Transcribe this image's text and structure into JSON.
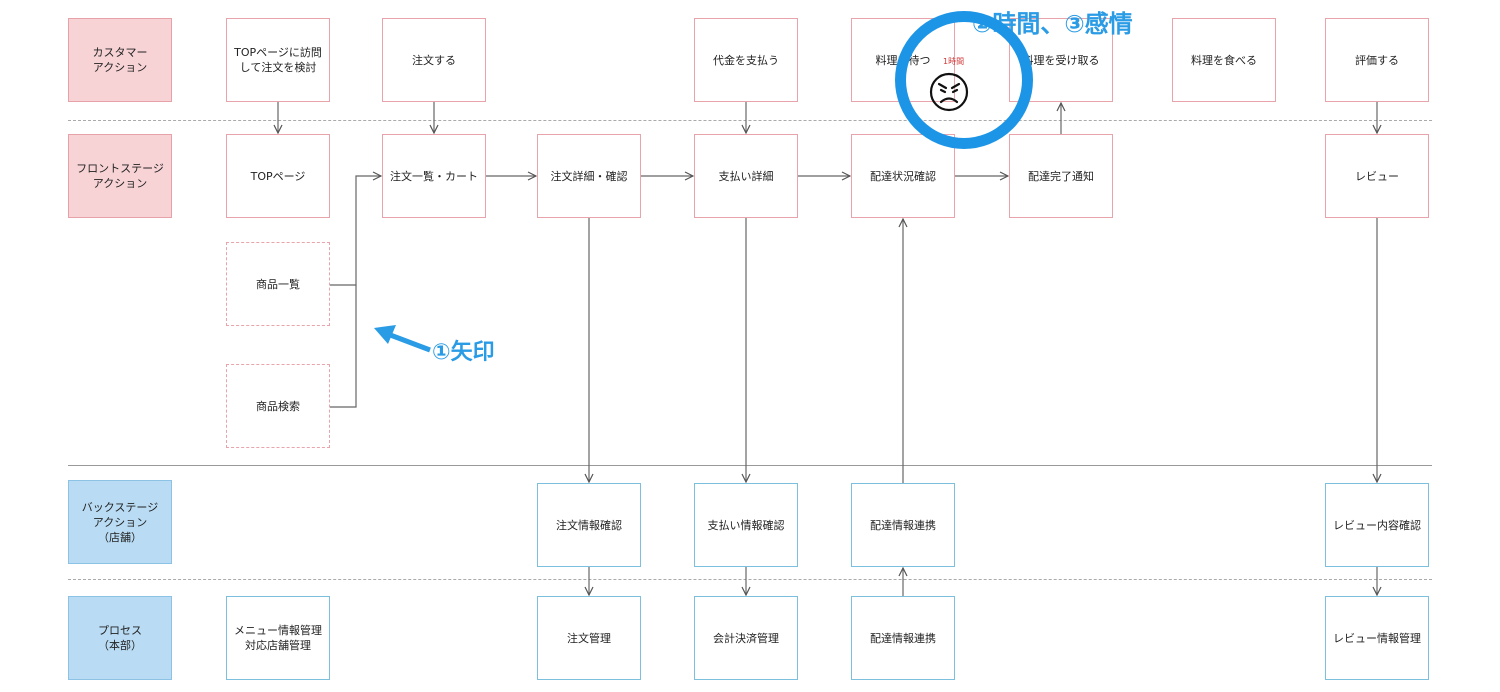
{
  "lanes": {
    "customer": "カスタマー\nアクション",
    "frontstage": "フロントステージ\nアクション",
    "backstage": "バックステージ\nアクション\n（店舗）",
    "process": "プロセス\n（本部）"
  },
  "customer_actions": {
    "visit": "TOPページに訪問\nして注文を検討",
    "order": "注文する",
    "pay": "代金を支払う",
    "wait": "料理を待つ",
    "receive": "料理を受け取る",
    "eat": "料理を食べる",
    "review": "評価する"
  },
  "frontstage": {
    "top": "TOPページ",
    "cart": "注文一覧・カート",
    "order_detail": "注文詳細・確認",
    "payment_detail": "支払い詳細",
    "delivery_status": "配達状況確認",
    "delivery_done": "配達完了通知",
    "review": "レビュー",
    "product_list": "商品一覧",
    "product_search": "商品検索"
  },
  "backstage": {
    "order_info": "注文情報確認",
    "payment_info": "支払い情報確認",
    "delivery_link": "配達情報連携",
    "review_check": "レビュー内容確認"
  },
  "process": {
    "menu": "メニュー情報管理\n対応店舗管理",
    "order_mgmt": "注文管理",
    "accounting": "会計決済管理",
    "delivery_link": "配達情報連携",
    "review_mgmt": "レビュー情報管理"
  },
  "annotations": {
    "arrow_note": "①矢印",
    "time_emotion_note": "②時間、③感情",
    "time_label": "1時間",
    "emotion_icon": "angry-face",
    "highlight_color": "#1d95e6"
  },
  "colors": {
    "customer_front_label_bg": "#f7d3d6",
    "back_process_label_bg": "#b9dcf4",
    "front_border": "#e8a3ab",
    "back_border": "#7cc0de"
  }
}
